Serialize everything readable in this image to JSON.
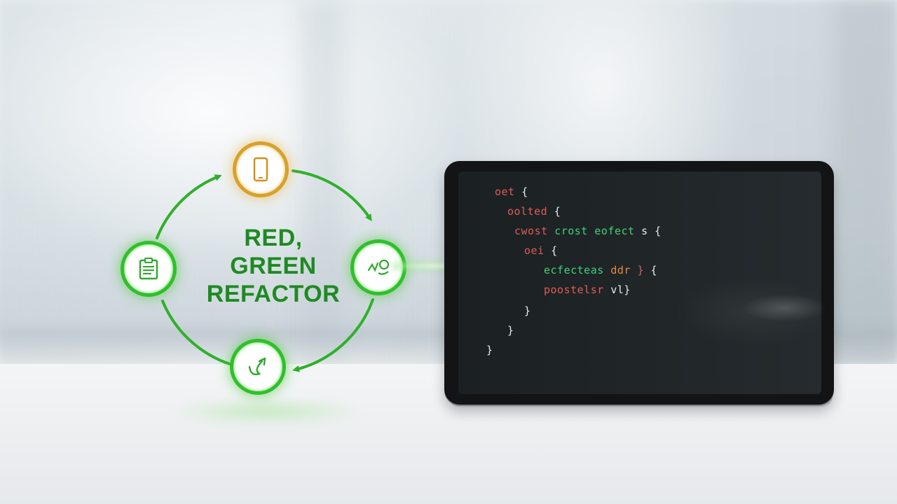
{
  "cycle": {
    "title_lines": [
      "RED,",
      "GREEN",
      "REFACTOR"
    ],
    "nodes": [
      {
        "name": "mobile",
        "icon": "mobile-device-icon",
        "color": "#d7a12a"
      },
      {
        "name": "code-test",
        "icon": "code-check-icon",
        "color": "#2fc02b"
      },
      {
        "name": "refactor",
        "icon": "curved-arrow-icon",
        "color": "#2fc02b"
      },
      {
        "name": "checklist",
        "icon": "checklist-icon",
        "color": "#2fc02b"
      }
    ],
    "arrow_color": "#2fb02a"
  },
  "code": {
    "lines": [
      [
        {
          "t": "oet ",
          "c": "red"
        },
        {
          "t": "{",
          "c": "white"
        }
      ],
      [
        {
          "t": "oolted ",
          "c": "red"
        },
        {
          "t": "{",
          "c": "white"
        }
      ],
      [
        {
          "t": "cwost ",
          "c": "red"
        },
        {
          "t": "crost ",
          "c": "green"
        },
        {
          "t": "eofect ",
          "c": "green"
        },
        {
          "t": "s ",
          "c": "white"
        },
        {
          "t": "{",
          "c": "white"
        }
      ],
      [
        {
          "t": "oei ",
          "c": "red"
        },
        {
          "t": "{",
          "c": "white"
        }
      ],
      [
        {
          "t": "ecfecteas ",
          "c": "green"
        },
        {
          "t": "ddr ",
          "c": "orange"
        },
        {
          "t": "} ",
          "c": "red"
        },
        {
          "t": "{",
          "c": "white"
        }
      ],
      [
        {
          "t": "poostelsr ",
          "c": "red"
        },
        {
          "t": "vl}",
          "c": "white"
        }
      ],
      [
        {
          "t": "}",
          "c": "white"
        }
      ],
      [
        {
          "t": "}",
          "c": "white"
        }
      ],
      [
        {
          "t": "}",
          "c": "white"
        }
      ]
    ]
  },
  "colors": {
    "red": "#e25b55",
    "green": "#3fd27a",
    "orange": "#e88a45",
    "white": "#e8ecee",
    "title_green": "#1f8a22"
  }
}
